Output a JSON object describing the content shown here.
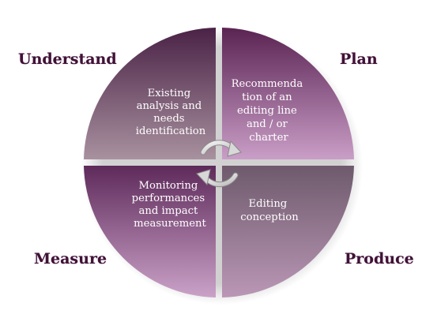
{
  "diagram": {
    "labels": {
      "understand": "Understand",
      "plan": "Plan",
      "measure": "Measure",
      "produce": "Produce"
    },
    "quadrants": {
      "top_left": [
        "Existing",
        "analysis and",
        "needs",
        "identification"
      ],
      "top_right": [
        "Recommenda",
        "tion of an",
        "editing line",
        "and / or",
        "charter"
      ],
      "bottom_left": [
        "Monitoring",
        "performances",
        "and impact",
        "measurement"
      ],
      "bottom_right": [
        "Editing",
        "conception"
      ]
    },
    "icons": {
      "cycle": "circular-arrows-icon"
    },
    "colors": {
      "label_text": "#3f1236",
      "quad_dark": "#5e2d58",
      "quad_light": "#c8a0c4",
      "top_left_light": "#a28a9e",
      "bottom_right_light": "#b494b0"
    }
  }
}
